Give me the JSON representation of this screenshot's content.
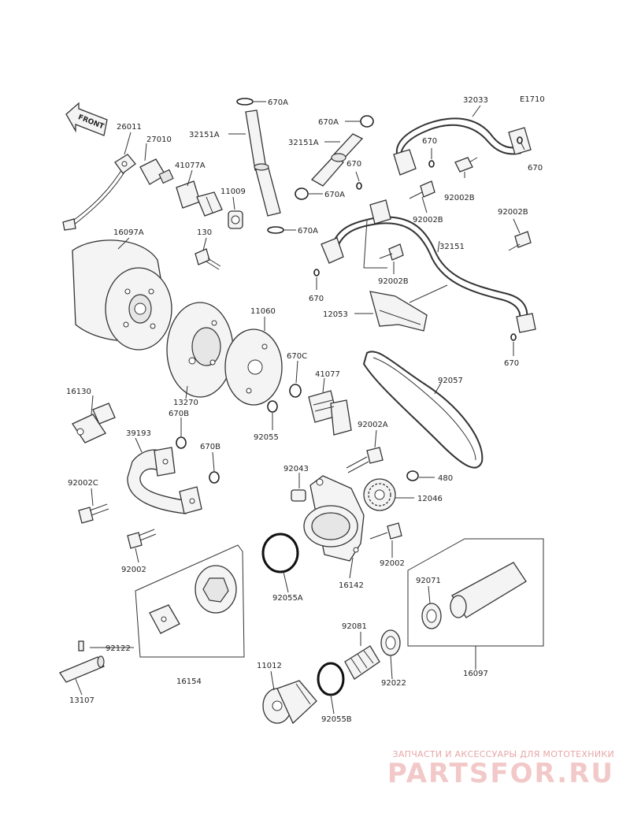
{
  "diagram_id": "E1710",
  "front_label": "FRONT",
  "part_labels": {
    "p670A_top": "670A",
    "p32151A_left": "32151A",
    "p670A_mid": "670A",
    "p32151A_right": "32151A",
    "p670_a": "670",
    "p670_b": "670",
    "p670_c": "670",
    "p670_d": "670",
    "p670_e": "670",
    "p32033": "32033",
    "p670A_low": "670A",
    "p670A_bottom": "670A",
    "p26011": "26011",
    "p27010": "27010",
    "p41077A": "41077A",
    "p11009": "11009",
    "p130": "130",
    "p16097A": "16097A",
    "p92002B_a": "92002B",
    "p92002B_b": "92002B",
    "p92002B_c": "92002B",
    "p92002B_d": "92002B",
    "p32151": "32151",
    "p12053": "12053",
    "p11060": "11060",
    "p670C": "670C",
    "p41077": "41077",
    "p92057": "92057",
    "p13270": "13270",
    "p670B_a": "670B",
    "p670B_b": "670B",
    "p16130": "16130",
    "p39193": "39193",
    "p92055": "92055",
    "p92002A": "92002A",
    "p92043": "92043",
    "p480": "480",
    "p12046": "12046",
    "p92002C": "92002C",
    "p92002_a": "92002",
    "p92002_b": "92002",
    "p16142": "16142",
    "p92055A": "92055A",
    "p92071": "92071",
    "p92122": "92122",
    "p16154": "16154",
    "p92081": "92081",
    "p92022": "92022",
    "p16097": "16097",
    "p11012": "11012",
    "p92055B": "92055B",
    "p13107": "13107"
  },
  "watermark": {
    "subtitle": "ЗАПЧАСТИ И АКСЕССУАРЫ ДЛЯ МОТОТЕХНИКИ",
    "logo": "PARTSFOR.RU"
  }
}
